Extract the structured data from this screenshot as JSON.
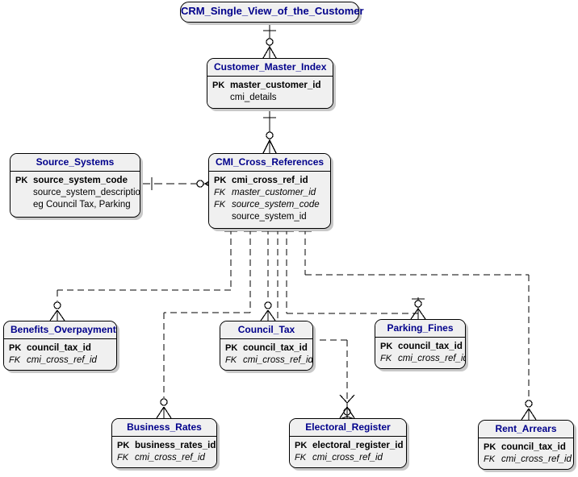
{
  "diagram": {
    "title": "CRM_Single_View_of_the_Customer",
    "accent_color": "#00008b",
    "box_fill": "#f0f0f0",
    "line_color": "#000000",
    "shadow_color": "#c8c8c8"
  },
  "root": {
    "label": "CRM_Single_View_of_the_Customer"
  },
  "entities": [
    {
      "id": "customer_master_index",
      "name": "Customer_Master_Index",
      "attributes": [
        {
          "key": "PK",
          "name": "master_customer_id",
          "kind": "pk"
        },
        {
          "key": "",
          "name": "cmi_details",
          "kind": "plain"
        }
      ]
    },
    {
      "id": "source_systems",
      "name": "Source_Systems",
      "attributes": [
        {
          "key": "PK",
          "name": "source_system_code",
          "kind": "pk"
        },
        {
          "key": "",
          "name": "source_system_description",
          "kind": "plain"
        },
        {
          "key": "",
          "name": "eg Council Tax, Parking",
          "kind": "plain"
        }
      ]
    },
    {
      "id": "cmi_cross_references",
      "name": "CMI_Cross_References",
      "attributes": [
        {
          "key": "PK",
          "name": "cmi_cross_ref_id",
          "kind": "pk"
        },
        {
          "key": "FK",
          "name": "master_customer_id",
          "kind": "fk"
        },
        {
          "key": "FK",
          "name": "source_system_code",
          "kind": "fk"
        },
        {
          "key": "",
          "name": "source_system_id",
          "kind": "plain"
        }
      ]
    },
    {
      "id": "benefits_overpayments",
      "name": "Benefits_Overpayments",
      "attributes": [
        {
          "key": "PK",
          "name": "council_tax_id",
          "kind": "pk"
        },
        {
          "key": "FK",
          "name": "cmi_cross_ref_id",
          "kind": "fk"
        }
      ]
    },
    {
      "id": "council_tax",
      "name": "Council_Tax",
      "attributes": [
        {
          "key": "PK",
          "name": "council_tax_id",
          "kind": "pk"
        },
        {
          "key": "FK",
          "name": "cmi_cross_ref_id",
          "kind": "fk"
        }
      ]
    },
    {
      "id": "parking_fines",
      "name": "Parking_Fines",
      "attributes": [
        {
          "key": "PK",
          "name": "council_tax_id",
          "kind": "pk"
        },
        {
          "key": "FK",
          "name": "cmi_cross_ref_id",
          "kind": "fk"
        }
      ]
    },
    {
      "id": "business_rates",
      "name": "Business_Rates",
      "attributes": [
        {
          "key": "PK",
          "name": "business_rates_id",
          "kind": "pk"
        },
        {
          "key": "FK",
          "name": "cmi_cross_ref_id",
          "kind": "fk"
        }
      ]
    },
    {
      "id": "electoral_register",
      "name": "Electoral_Register",
      "attributes": [
        {
          "key": "PK",
          "name": "electoral_register_id",
          "kind": "pk"
        },
        {
          "key": "FK",
          "name": "cmi_cross_ref_id",
          "kind": "fk"
        }
      ]
    },
    {
      "id": "rent_arrears",
      "name": "Rent_Arrears",
      "attributes": [
        {
          "key": "PK",
          "name": "council_tax_id",
          "kind": "pk"
        },
        {
          "key": "FK",
          "name": "cmi_cross_ref_id",
          "kind": "fk"
        }
      ]
    }
  ],
  "relationships": [
    {
      "from": "root",
      "to": "customer_master_index",
      "notation": "one-to-many-optional"
    },
    {
      "from": "customer_master_index",
      "to": "cmi_cross_references",
      "notation": "one-to-many-optional"
    },
    {
      "from": "source_systems",
      "to": "cmi_cross_references",
      "notation": "one-to-many-optional"
    },
    {
      "from": "cmi_cross_references",
      "to": "benefits_overpayments",
      "notation": "one-to-many-optional"
    },
    {
      "from": "cmi_cross_references",
      "to": "business_rates",
      "notation": "one-to-many-optional"
    },
    {
      "from": "cmi_cross_references",
      "to": "council_tax",
      "notation": "one-to-many-optional"
    },
    {
      "from": "cmi_cross_references",
      "to": "electoral_register",
      "notation": "one-to-many-optional"
    },
    {
      "from": "cmi_cross_references",
      "to": "parking_fines",
      "notation": "one-to-many-optional"
    },
    {
      "from": "cmi_cross_references",
      "to": "rent_arrears",
      "notation": "one-to-many-optional"
    }
  ]
}
